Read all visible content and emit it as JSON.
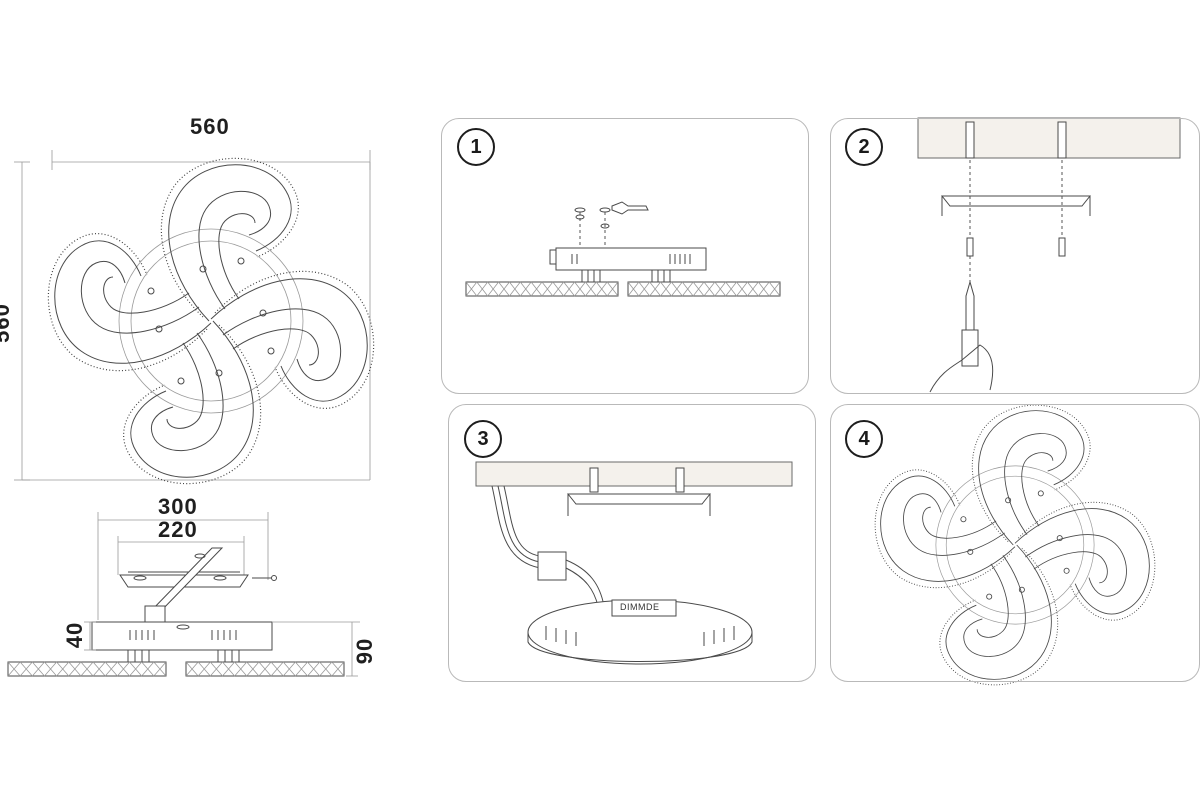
{
  "dimensions": {
    "width": "560",
    "height": "560",
    "mount_length": "300",
    "mount_inner": "220",
    "base_height": "40",
    "total_height": "90"
  },
  "steps": [
    {
      "number": "1"
    },
    {
      "number": "2"
    },
    {
      "number": "3"
    },
    {
      "number": "4"
    }
  ],
  "labels": {
    "dimmer": "DIMMDE"
  },
  "colors": {
    "line": "#4a4a4a",
    "panel_border": "#b9b9b9",
    "ceiling": "#f4f1ec"
  }
}
